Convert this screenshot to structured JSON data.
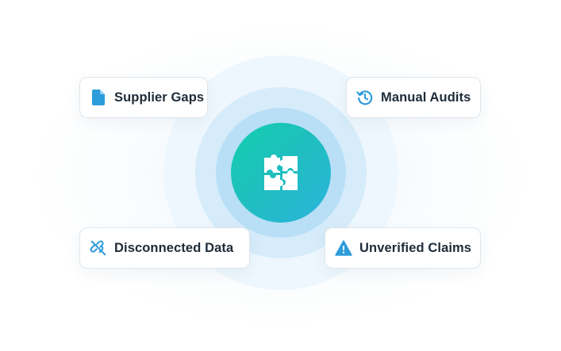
{
  "center": {
    "icon": "puzzle-icon"
  },
  "cards": {
    "supplier_gaps": {
      "label": "Supplier Gaps",
      "icon": "document-icon"
    },
    "manual_audits": {
      "label": "Manual Audits",
      "icon": "history-icon"
    },
    "disconnected_data": {
      "label": "Disconnected Data",
      "icon": "broken-link-icon"
    },
    "unverified_claims": {
      "label": "Unverified Claims",
      "icon": "warning-icon"
    }
  },
  "colors": {
    "icon_blue": "#2d9cdb",
    "center_gradient_start": "#12cfae",
    "center_gradient_end": "#2bb4dc",
    "ring_outer": "#eef7fd",
    "ring_middle": "#d6ecfa",
    "ring_inner": "#b8dff6",
    "text": "#1e2b38"
  }
}
